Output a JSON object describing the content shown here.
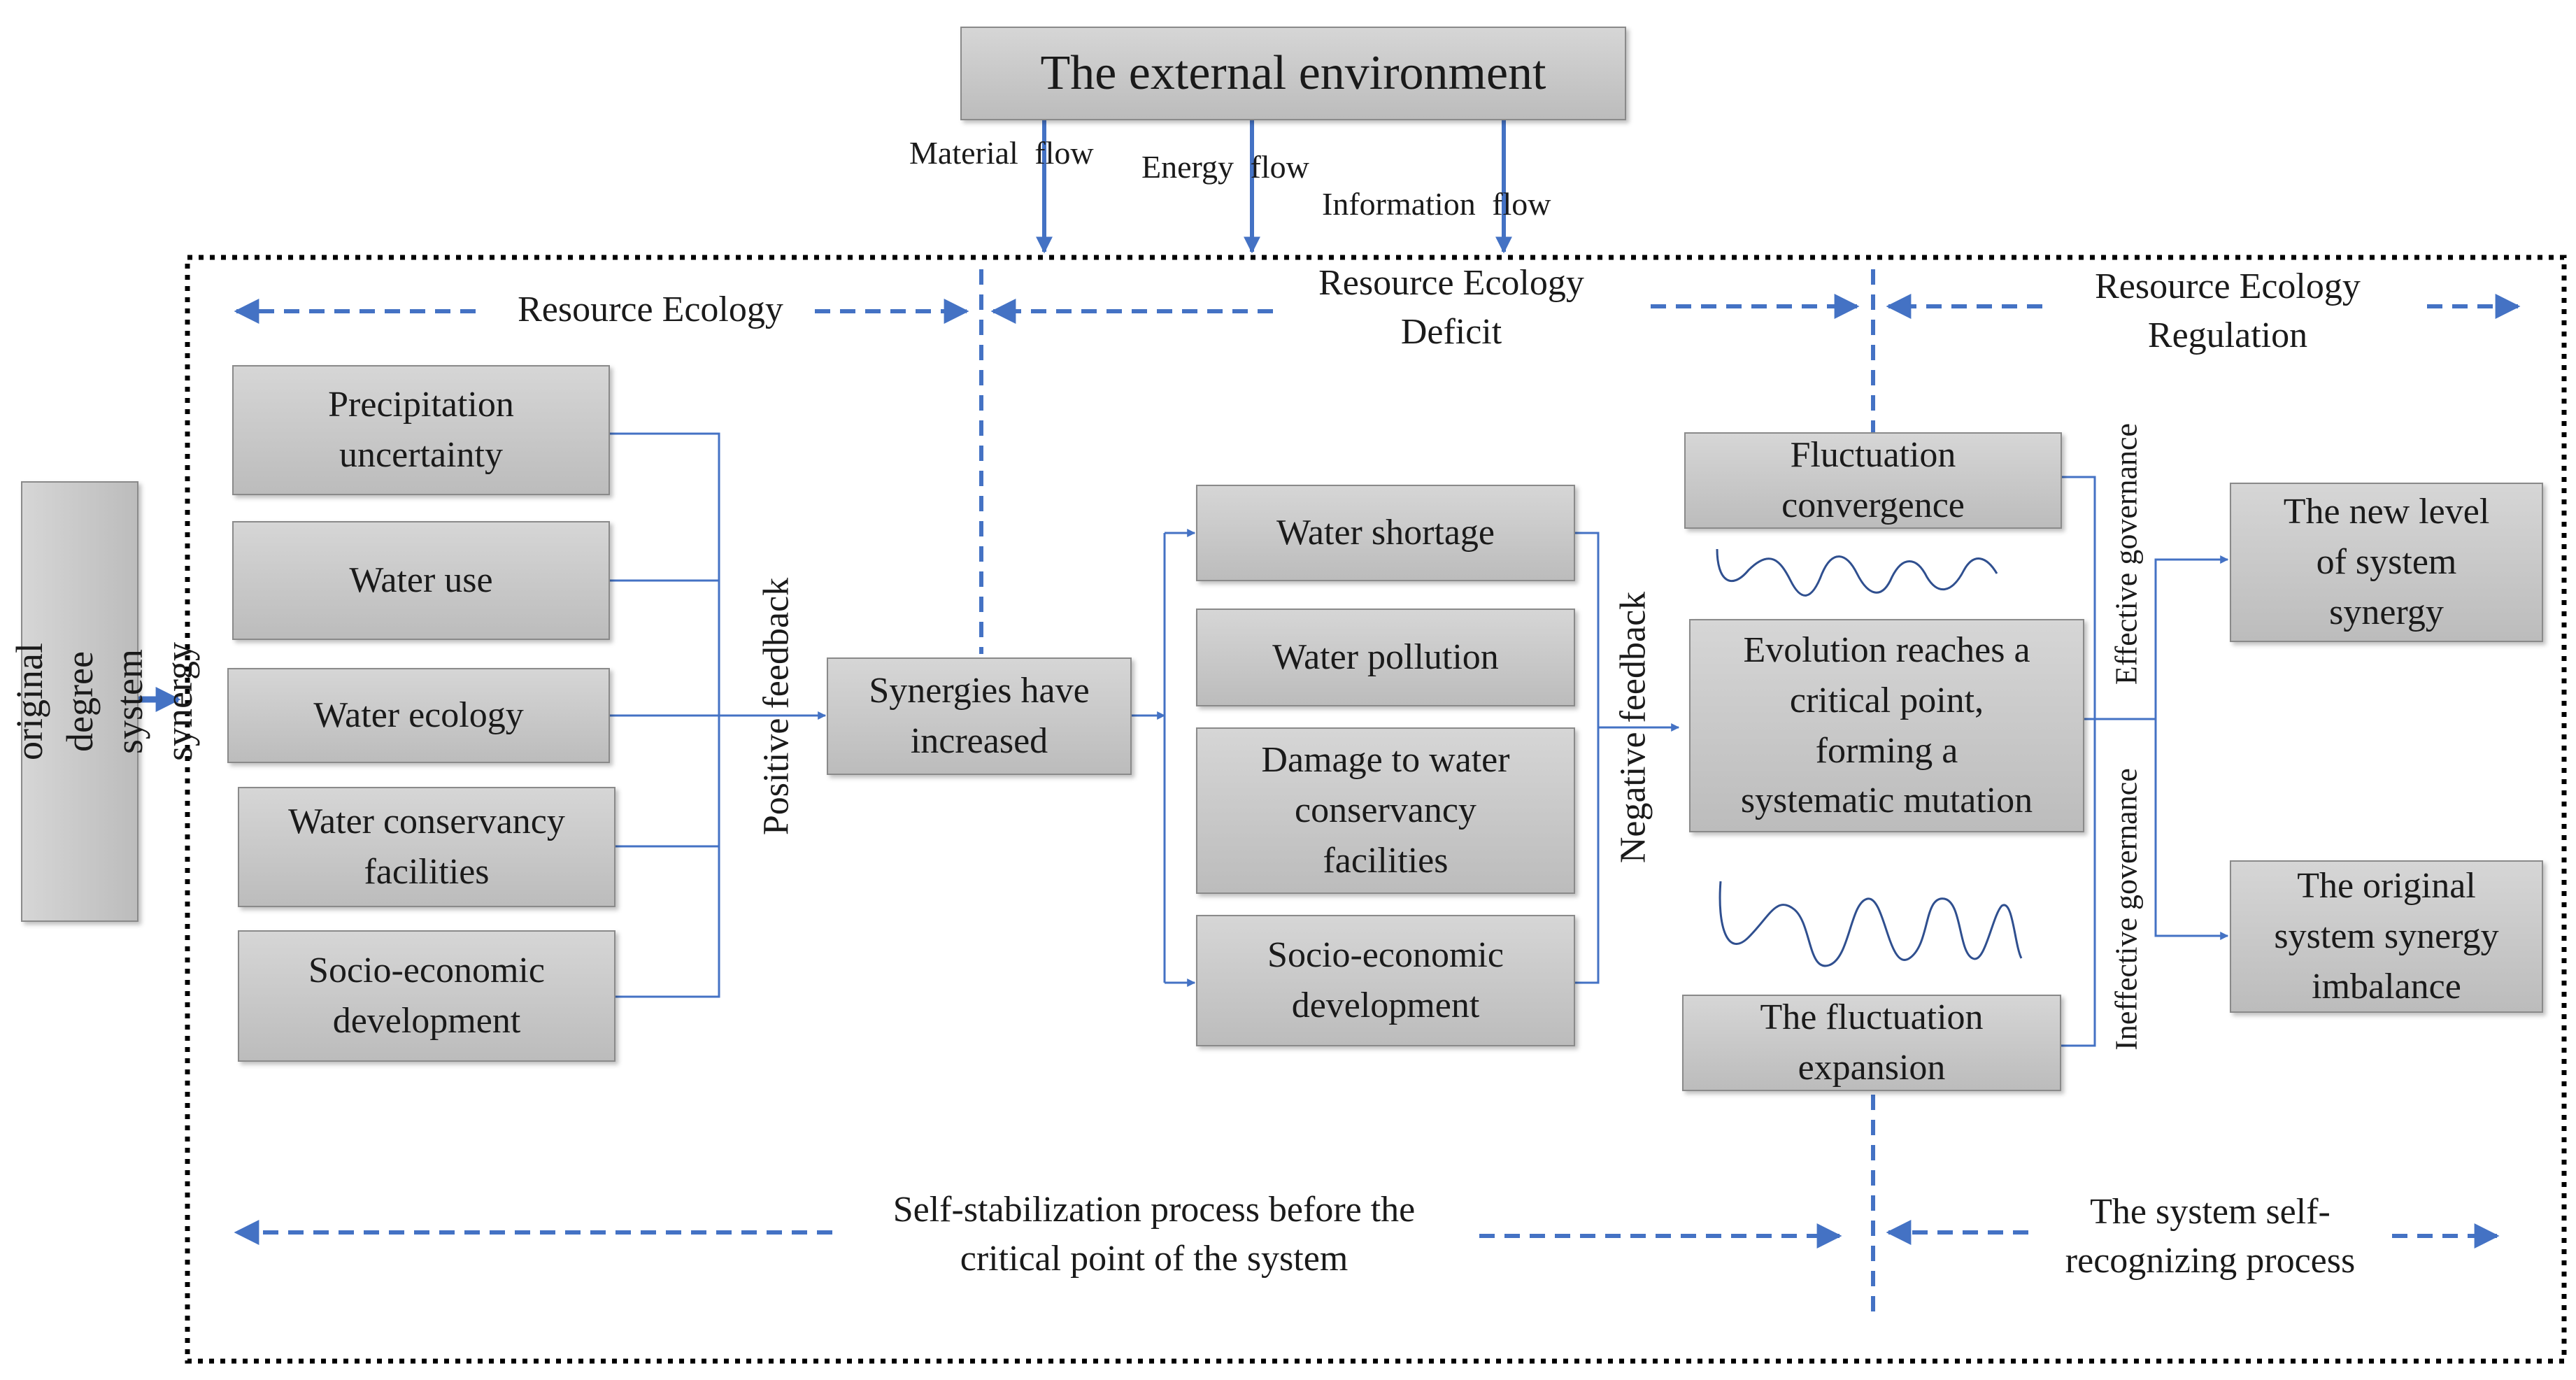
{
  "external_environment": "The external environment",
  "flows": {
    "material": "Material flow",
    "energy": "Energy flow",
    "information": "Information flow"
  },
  "original_degree": "The original degree\nsystem synergy",
  "phases": {
    "resource_ecology": "Resource Ecology",
    "resource_ecology_deficit": "Resource Ecology\nDeficit",
    "resource_ecology_regulation": "Resource Ecology\nRegulation"
  },
  "factors": [
    "Precipitation\nuncertainty",
    "Water use",
    "Water ecology",
    "Water conservancy\nfacilities",
    "Socio-economic\ndevelopment"
  ],
  "positive_feedback": "Positive feedback",
  "synergies": "Synergies have\nincreased",
  "problems": [
    "Water shortage",
    "Water pollution",
    "Damage to water\nconservancy\nfacilities",
    "Socio-economic\ndevelopment"
  ],
  "negative_feedback": "Negative feedback",
  "fluctuation_convergence": "Fluctuation\nconvergence",
  "critical_point": "Evolution reaches a\ncritical point,\nforming a\nsystematic mutation",
  "fluctuation_expansion": "The fluctuation\nexpansion",
  "effective_governance": "Effective governance",
  "ineffective_governance": "Ineffective governance",
  "outcomes": {
    "new_level": "The new level\nof system\nsynergy",
    "imbalance": "The original\nsystem synergy\nimbalance"
  },
  "processes": {
    "self_stabilization": "Self-stabilization process before the\ncritical point of the system",
    "self_recognizing": "The system self-\nrecognizing process"
  },
  "colors": {
    "arrow": "#4472c4",
    "box_fill": "#c8c8c8",
    "box_border": "#8a8a8a",
    "frame": "#000000"
  }
}
